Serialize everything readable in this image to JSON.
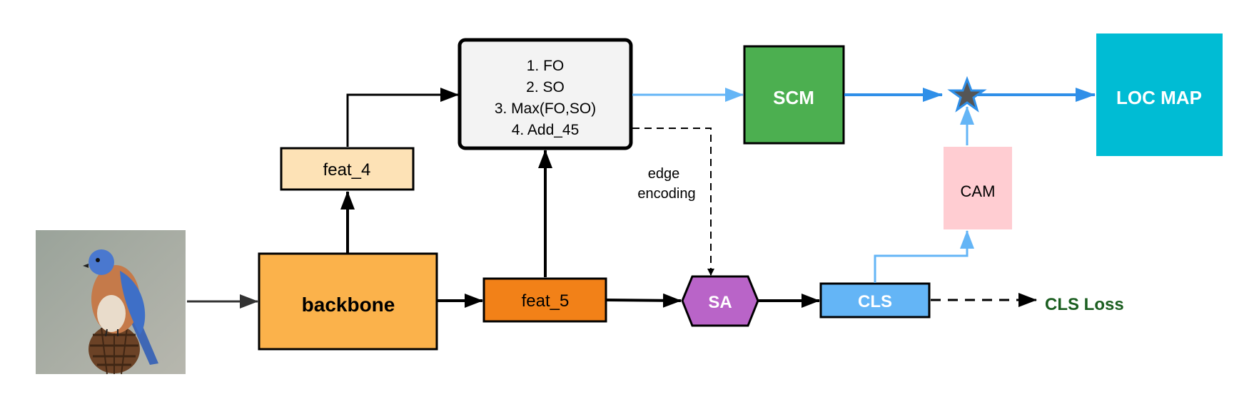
{
  "nodes": {
    "backbone": "backbone",
    "feat4": "feat_4",
    "feat5": "feat_5",
    "ops": [
      "1. FO",
      "2. SO",
      "3. Max(FO,SO)",
      "4. Add_45"
    ],
    "scm": "SCM",
    "sa": "SA",
    "cls": "CLS",
    "cam": "CAM",
    "loc_map": "LOC MAP",
    "cls_loss": "CLS Loss"
  },
  "edge_labels": {
    "edge_encoding": [
      "edge",
      "encoding"
    ]
  },
  "colors": {
    "backbone": "#FBB24B",
    "feat4": "#FDE2B6",
    "feat5": "#F28118",
    "ops_box": "#F3F3F3",
    "scm": "#4CAF50",
    "sa": "#B964C8",
    "cls": "#64B5F6",
    "cam": "#FFCDD2",
    "loc_map": "#00BCD4",
    "blue_arrow": "#64B5F6",
    "blue_arrow_dark": "#2F8FE8",
    "cls_loss_text": "#1B5E20"
  },
  "icons": {
    "input_image": "bird-photo",
    "fusion": "star-icon"
  }
}
